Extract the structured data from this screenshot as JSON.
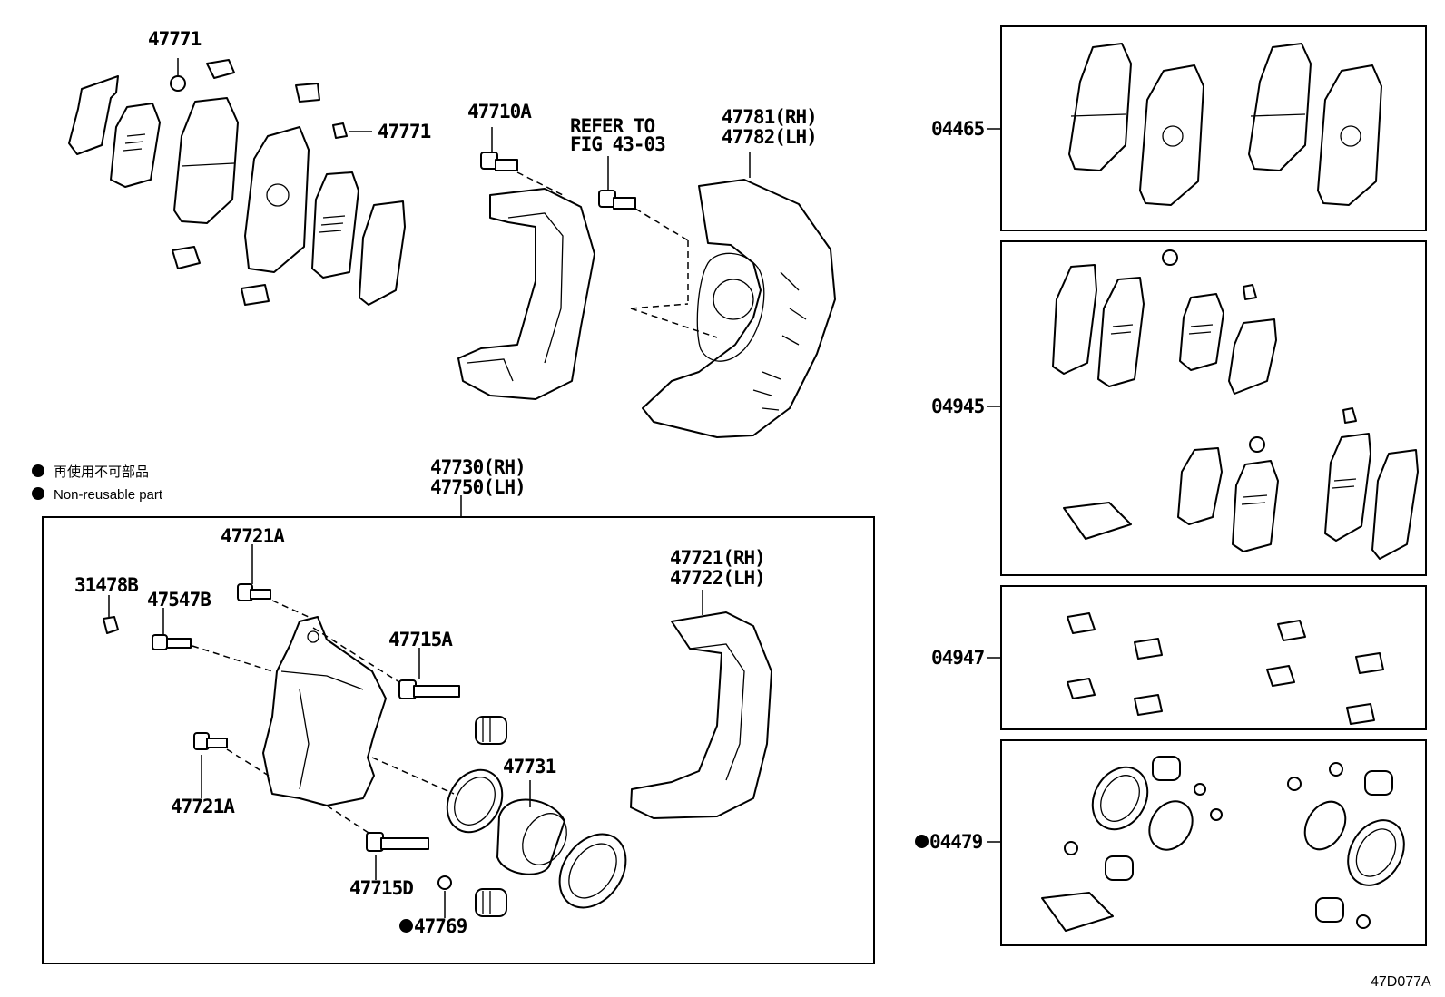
{
  "labels": {
    "p47771_top": "47771",
    "p47771_mid": "47771",
    "p47710a": "47710A",
    "refer_line1": "REFER TO",
    "refer_line2": "FIG 43-03",
    "p47781": "47781(RH)",
    "p47782": "47782(LH)",
    "p04465": "04465",
    "p04945": "04945",
    "p04947": "04947",
    "p04479": "04479",
    "p47730": "47730(RH)",
    "p47750": "47750(LH)",
    "p47721a_top": "47721A",
    "p31478b": "31478B",
    "p47547b": "47547B",
    "p47715a": "47715A",
    "p47721": "47721(RH)",
    "p47722": "47722(LH)",
    "p47731": "47731",
    "p47721a_bottom": "47721A",
    "p47715d": "47715D",
    "p47769": "47769"
  },
  "legend": {
    "japanese": "再使用不可部品",
    "english": "Non-reusable part"
  },
  "diagram_code": "47D077A"
}
